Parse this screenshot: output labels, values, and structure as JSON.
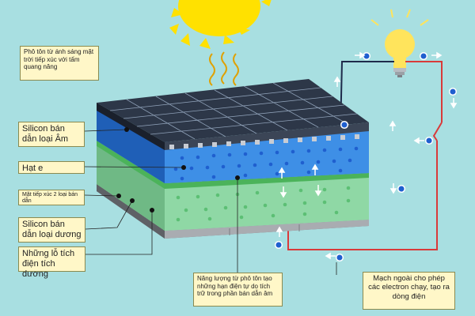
{
  "labels": {
    "photon": "Phô tôn từ ánh sáng mặt trời tiếp xúc với tấm quang năng",
    "n_type": "Silicon bán dẫn loại Âm",
    "electron": "Hạt e",
    "junction": "Mặt tiếp xúc 2 loại bán dẫn",
    "p_type": "Silicon bán dẫn loại dương",
    "holes": "Những lỗ tích điện tích dương",
    "energy": "Năng lượng từ phô tôn tạo những hạn điện tự do tích trữ trong phần bán dẫn âm",
    "circuit": "Mạch ngoài cho phép các electron chạy, tạo ra dòng điện"
  },
  "colors": {
    "background": "#a8dfe1",
    "sun": "#ffe100",
    "n_layer": "#2f78d4",
    "p_layer": "#8fd8a5",
    "junction": "#4bb35a",
    "panel": "#2d3748",
    "wire_red": "#d93a3a",
    "wire_dark": "#1e2a4a",
    "electron_dot": "#1f5fcf",
    "bulb": "#ffe45c"
  },
  "icons": [
    "sun-icon",
    "light-bulb-icon",
    "solar-panel-icon",
    "electron-icon",
    "arrow-icon"
  ]
}
